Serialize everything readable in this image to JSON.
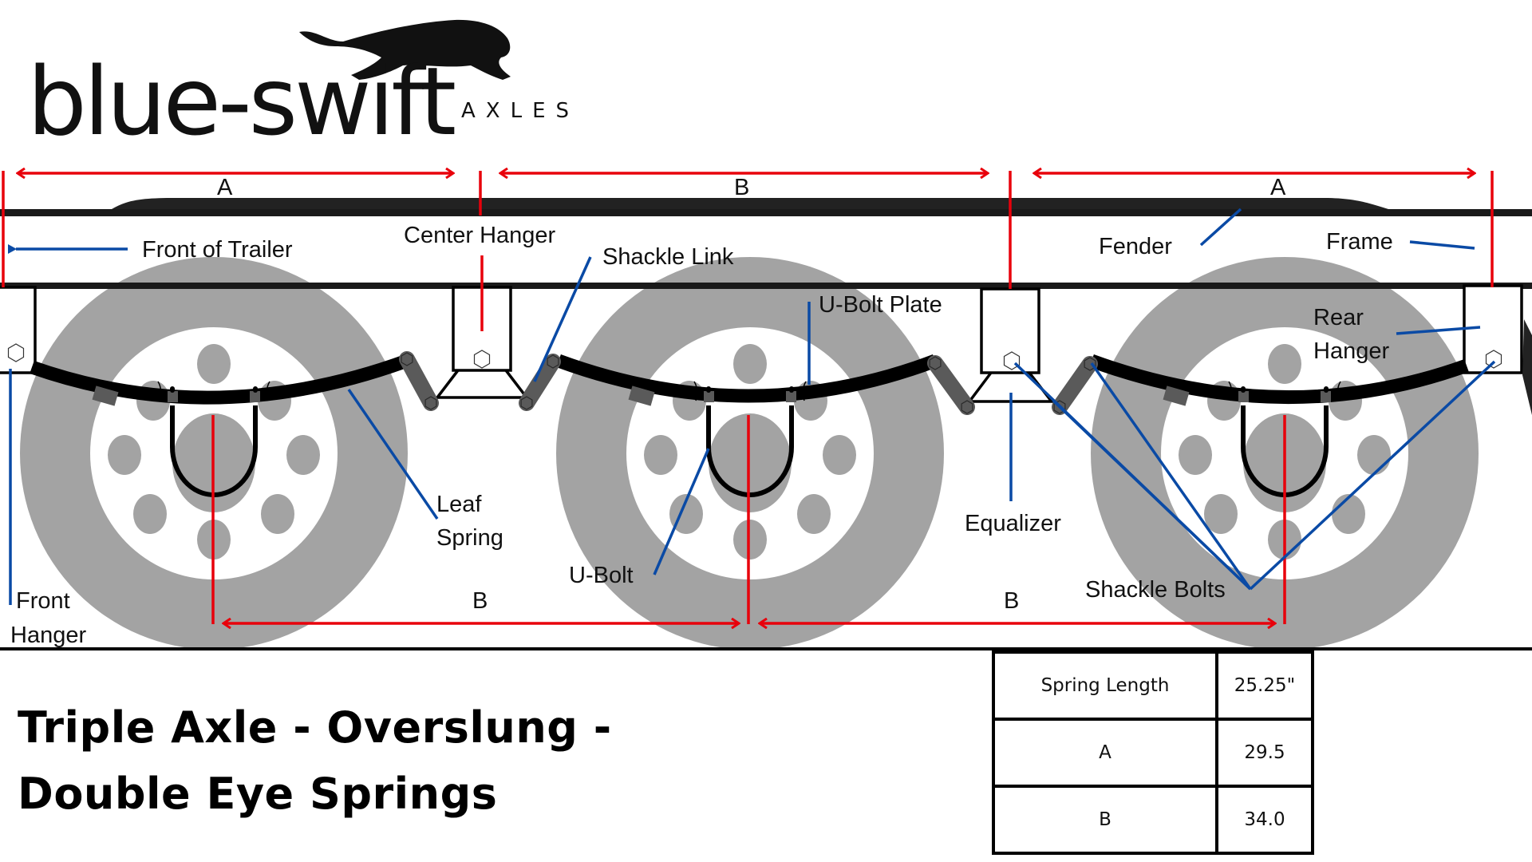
{
  "logo": {
    "brand": "blue-swift",
    "subtitle": "AXLES",
    "mascot_icon": "cheetah-icon"
  },
  "dimensions": {
    "top": [
      "A",
      "B",
      "A"
    ],
    "bottom": [
      "B",
      "B"
    ]
  },
  "labels": {
    "front_of_trailer": "Front of Trailer",
    "center_hanger": "Center Hanger",
    "shackle_link": "Shackle Link",
    "u_bolt_plate": "U-Bolt Plate",
    "fender": "Fender",
    "frame": "Frame",
    "rear_hanger_1": "Rear",
    "rear_hanger_2": "Hanger",
    "leaf_spring_1": "Leaf",
    "leaf_spring_2": "Spring",
    "u_bolt": "U-Bolt",
    "equalizer": "Equalizer",
    "shackle_bolts": "Shackle Bolts",
    "front_hanger_1": "Front",
    "front_hanger_2": "Hanger"
  },
  "title": {
    "line1": "Triple Axle - Overslung -",
    "line2": "Double Eye Springs"
  },
  "specs": [
    {
      "name": "Spring Length",
      "value": "25.25\""
    },
    {
      "name": "A",
      "value": "29.5"
    },
    {
      "name": "B",
      "value": "34.0"
    }
  ],
  "colors": {
    "dimension": "#e8000b",
    "callout": "#0a4aa5",
    "tire": "#a3a3a3",
    "frame": "#1a1a1a",
    "shackle": "#5a5a5a"
  }
}
